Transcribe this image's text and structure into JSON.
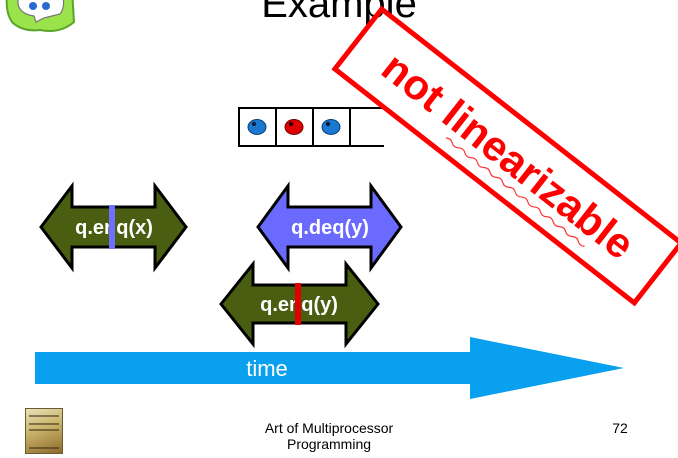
{
  "slide": {
    "title": "Example",
    "stamp_text": "not linearizable",
    "time_label": "time",
    "footer": {
      "line1": "Art of Multiprocessor",
      "line2": "Programming",
      "page_number": "72"
    }
  },
  "queue": {
    "slots": [
      "blue",
      "red",
      "blue",
      "empty"
    ]
  },
  "intervals": [
    {
      "id": "enq-x",
      "label": "q.enq(x)",
      "color": "#4a5e12",
      "marker": "#7070ff"
    },
    {
      "id": "deq-y",
      "label": "q.deq(y)",
      "color": "#6a6aff",
      "marker": null
    },
    {
      "id": "enq-y",
      "label": "q.enq(y)",
      "color": "#4a5e12",
      "marker": "#e00000"
    }
  ],
  "colors": {
    "time_arrow": "#0aa0f0",
    "stamp": "#ff0000",
    "enq_arrow": "#4a5e12",
    "deq_arrow": "#6a6aff",
    "blue_item": "#1a78d0",
    "red_item": "#e00000"
  },
  "icons": {
    "logo": "speech-bubble-mascot-icon",
    "book": "book-cover-thumbnail"
  }
}
